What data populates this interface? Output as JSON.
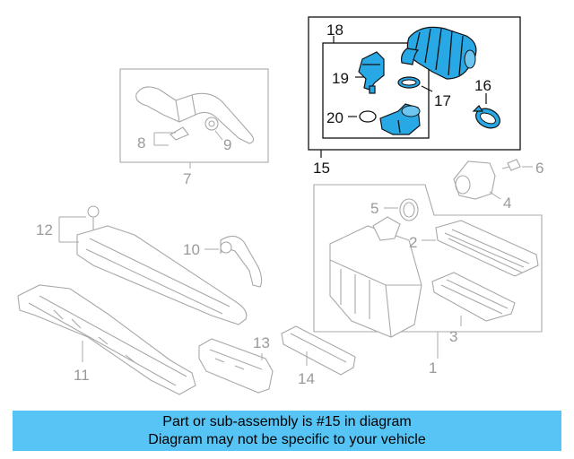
{
  "labels": {
    "p1": "1",
    "p2": "2",
    "p3": "3",
    "p4": "4",
    "p5": "5",
    "p6": "6",
    "p7": "7",
    "p8": "8",
    "p9": "9",
    "p10": "10",
    "p11": "11",
    "p12": "12",
    "p13": "13",
    "p14": "14",
    "p15": "15",
    "p16": "16",
    "p17": "17",
    "p18": "18",
    "p19": "19",
    "p20": "20"
  },
  "highlight": {
    "part_number": "15",
    "color": "#29a8e6"
  },
  "colors": {
    "banner_bg": "#56c4f5",
    "line_grey": "#a8a8a8",
    "label_grey": "#9a9a9a",
    "dark": "#111111"
  },
  "banner": {
    "line1": "Part or sub-assembly is #15 in diagram",
    "line2": "Diagram may not be specific to your vehicle"
  }
}
